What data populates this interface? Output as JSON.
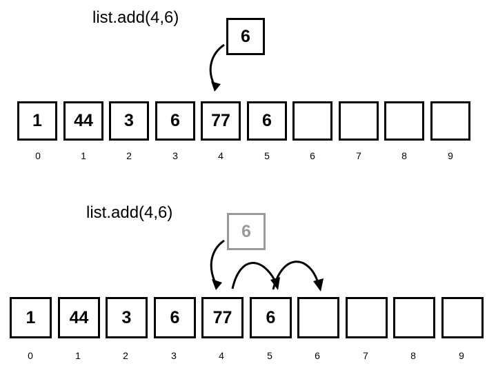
{
  "panels": [
    {
      "code_label": "list.add(4,6)",
      "incoming_value": "6",
      "incoming_style": "solid",
      "cells": [
        "1",
        "44",
        "3",
        "6",
        "77",
        "6",
        "",
        "",
        "",
        ""
      ],
      "indices": [
        "0",
        "1",
        "2",
        "3",
        "4",
        "5",
        "6",
        "7",
        "8",
        "9"
      ],
      "arrows": [
        "insert-arrow"
      ]
    },
    {
      "code_label": "list.add(4,6)",
      "incoming_value": "6",
      "incoming_style": "ghost",
      "cells": [
        "1",
        "44",
        "3",
        "6",
        "77",
        "6",
        "",
        "",
        "",
        ""
      ],
      "indices": [
        "0",
        "1",
        "2",
        "3",
        "4",
        "5",
        "6",
        "7",
        "8",
        "9"
      ],
      "arrows": [
        "insert-arrow",
        "shift-arrow-4-to-5",
        "shift-arrow-5-to-6"
      ]
    }
  ],
  "colors": {
    "stroke": "#000000",
    "ghost": "#9a9a9a",
    "background": "#ffffff"
  }
}
